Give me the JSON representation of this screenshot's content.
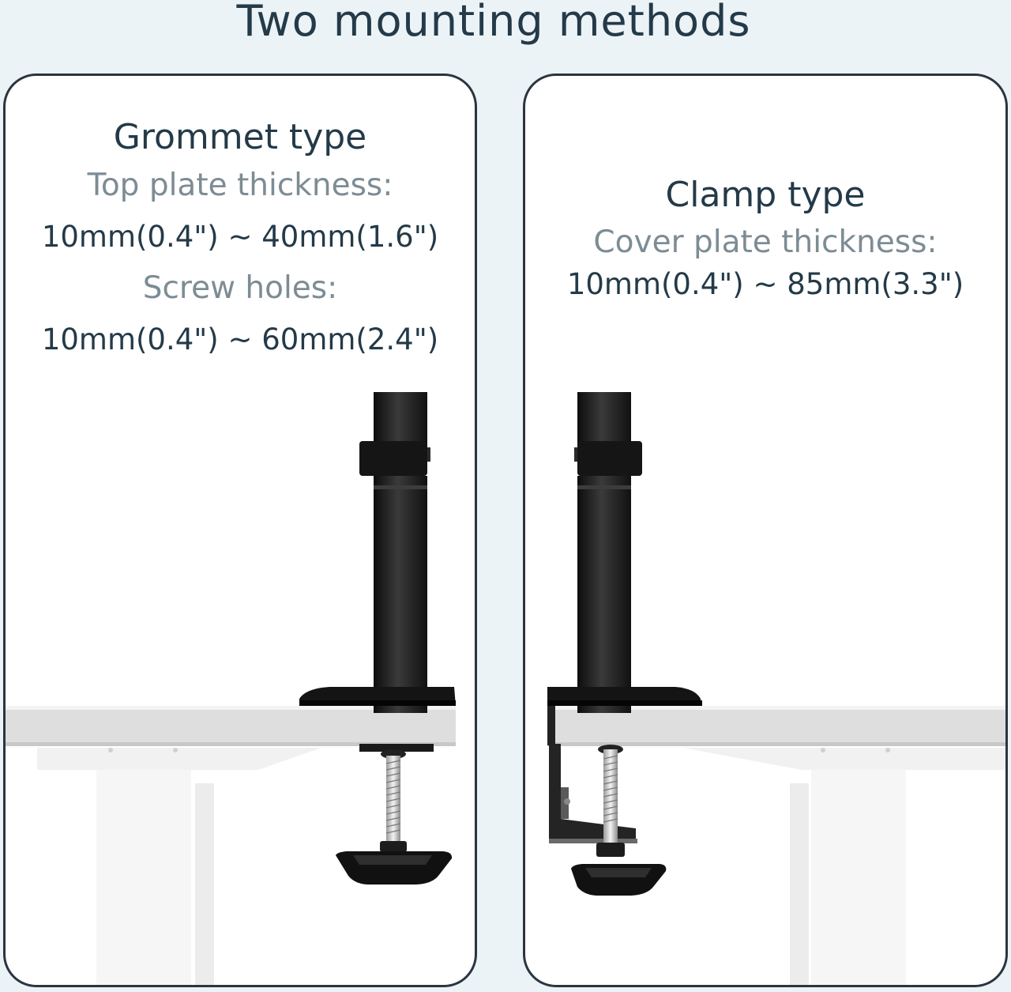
{
  "title": "Two mounting methods",
  "grommet": {
    "heading": "Grommet type",
    "label1": "Top plate thickness:",
    "value1": "10mm(0.4\") ~ 40mm(1.6\")",
    "label2": "Screw holes:",
    "value2": "10mm(0.4\") ~ 60mm(2.4\")"
  },
  "clamp": {
    "heading": "Clamp type",
    "label1": "Cover plate thickness:",
    "value1": "10mm(0.4\") ~ 85mm(3.3\")"
  },
  "colors": {
    "background": "#ebf3f6",
    "panel_border": "#2a3540",
    "heading_text": "#243a48",
    "label_text": "#7d8c94",
    "pole": "#1c1c1c",
    "desk": "#dcdcdc"
  }
}
